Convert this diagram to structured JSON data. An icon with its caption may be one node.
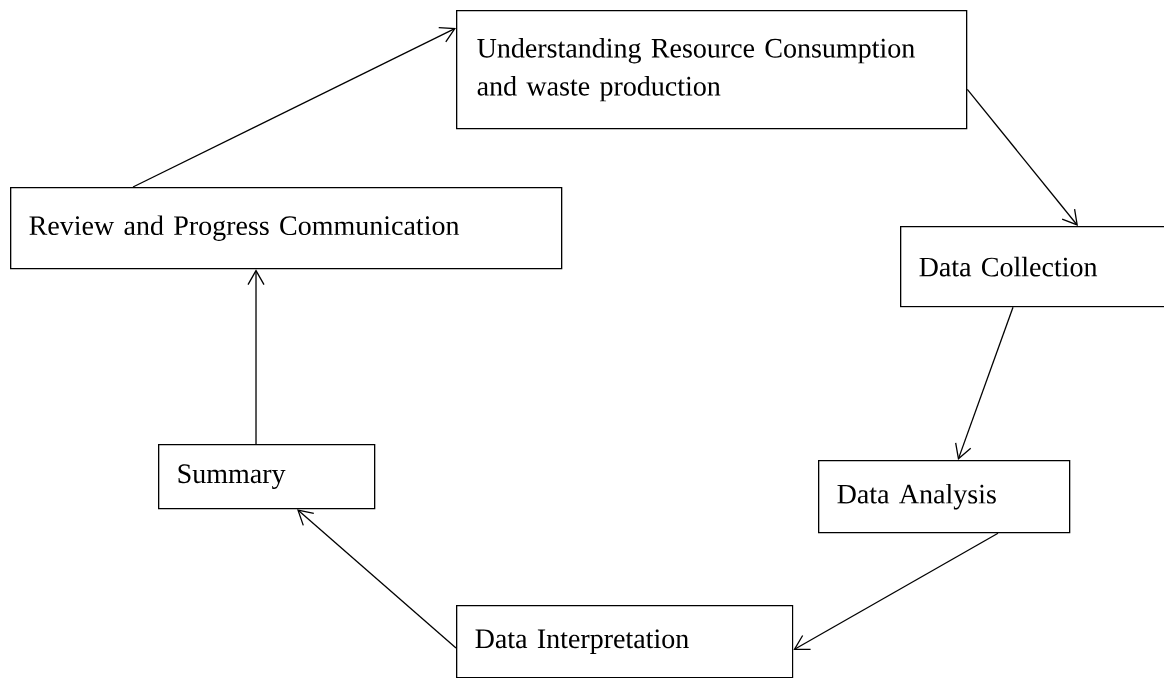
{
  "diagram": {
    "nodes": [
      {
        "text": [
          "Understanding Resource Consumption and waste production"
        ]
      },
      {
        "text": [
          "Data Collection"
        ]
      },
      {
        "text": [
          "Data Analysis"
        ]
      },
      {
        "text": [
          "Data Interpretation"
        ]
      },
      {
        "text": [
          "Summary"
        ]
      },
      {
        "text": [
          "Review and Progress Communication"
        ]
      }
    ],
    "edges": [
      {
        "from": 5,
        "to": 0,
        "arrow": "to"
      },
      {
        "from": 0,
        "to": 1,
        "arrow": "to"
      },
      {
        "from": 1,
        "to": 2,
        "arrow": "to"
      },
      {
        "from": 2,
        "to": 3,
        "arrow": "to"
      },
      {
        "from": 3,
        "to": 4,
        "arrow": "to"
      },
      {
        "from": 4,
        "to": 5,
        "arrow": "to"
      }
    ]
  }
}
